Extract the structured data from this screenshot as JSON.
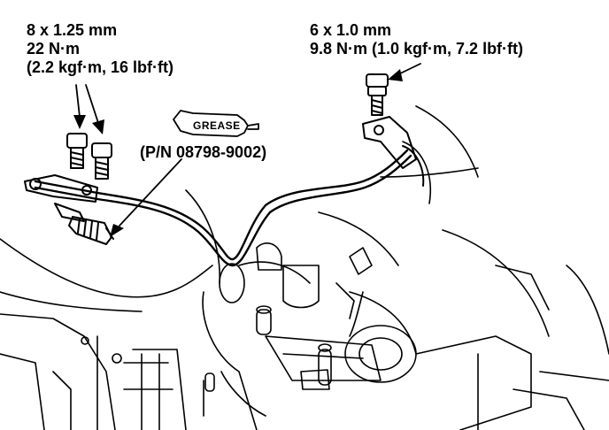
{
  "callouts": {
    "left_bolt": {
      "size": "8 x 1.25 mm",
      "torque": "22 N·m",
      "torque_alt": "(2.2 kgf·m, 16 lbf·ft)"
    },
    "right_bolt": {
      "size": "6 x 1.0 mm",
      "torque": "9.8 N·m (1.0 kgf·m, 7.2 lbf·ft)"
    },
    "grease": {
      "tube_label": "GREASE",
      "part_number": "(P/N 08798-9002)"
    }
  },
  "colors": {
    "ink": "#000000",
    "paper": "#ffffff"
  }
}
